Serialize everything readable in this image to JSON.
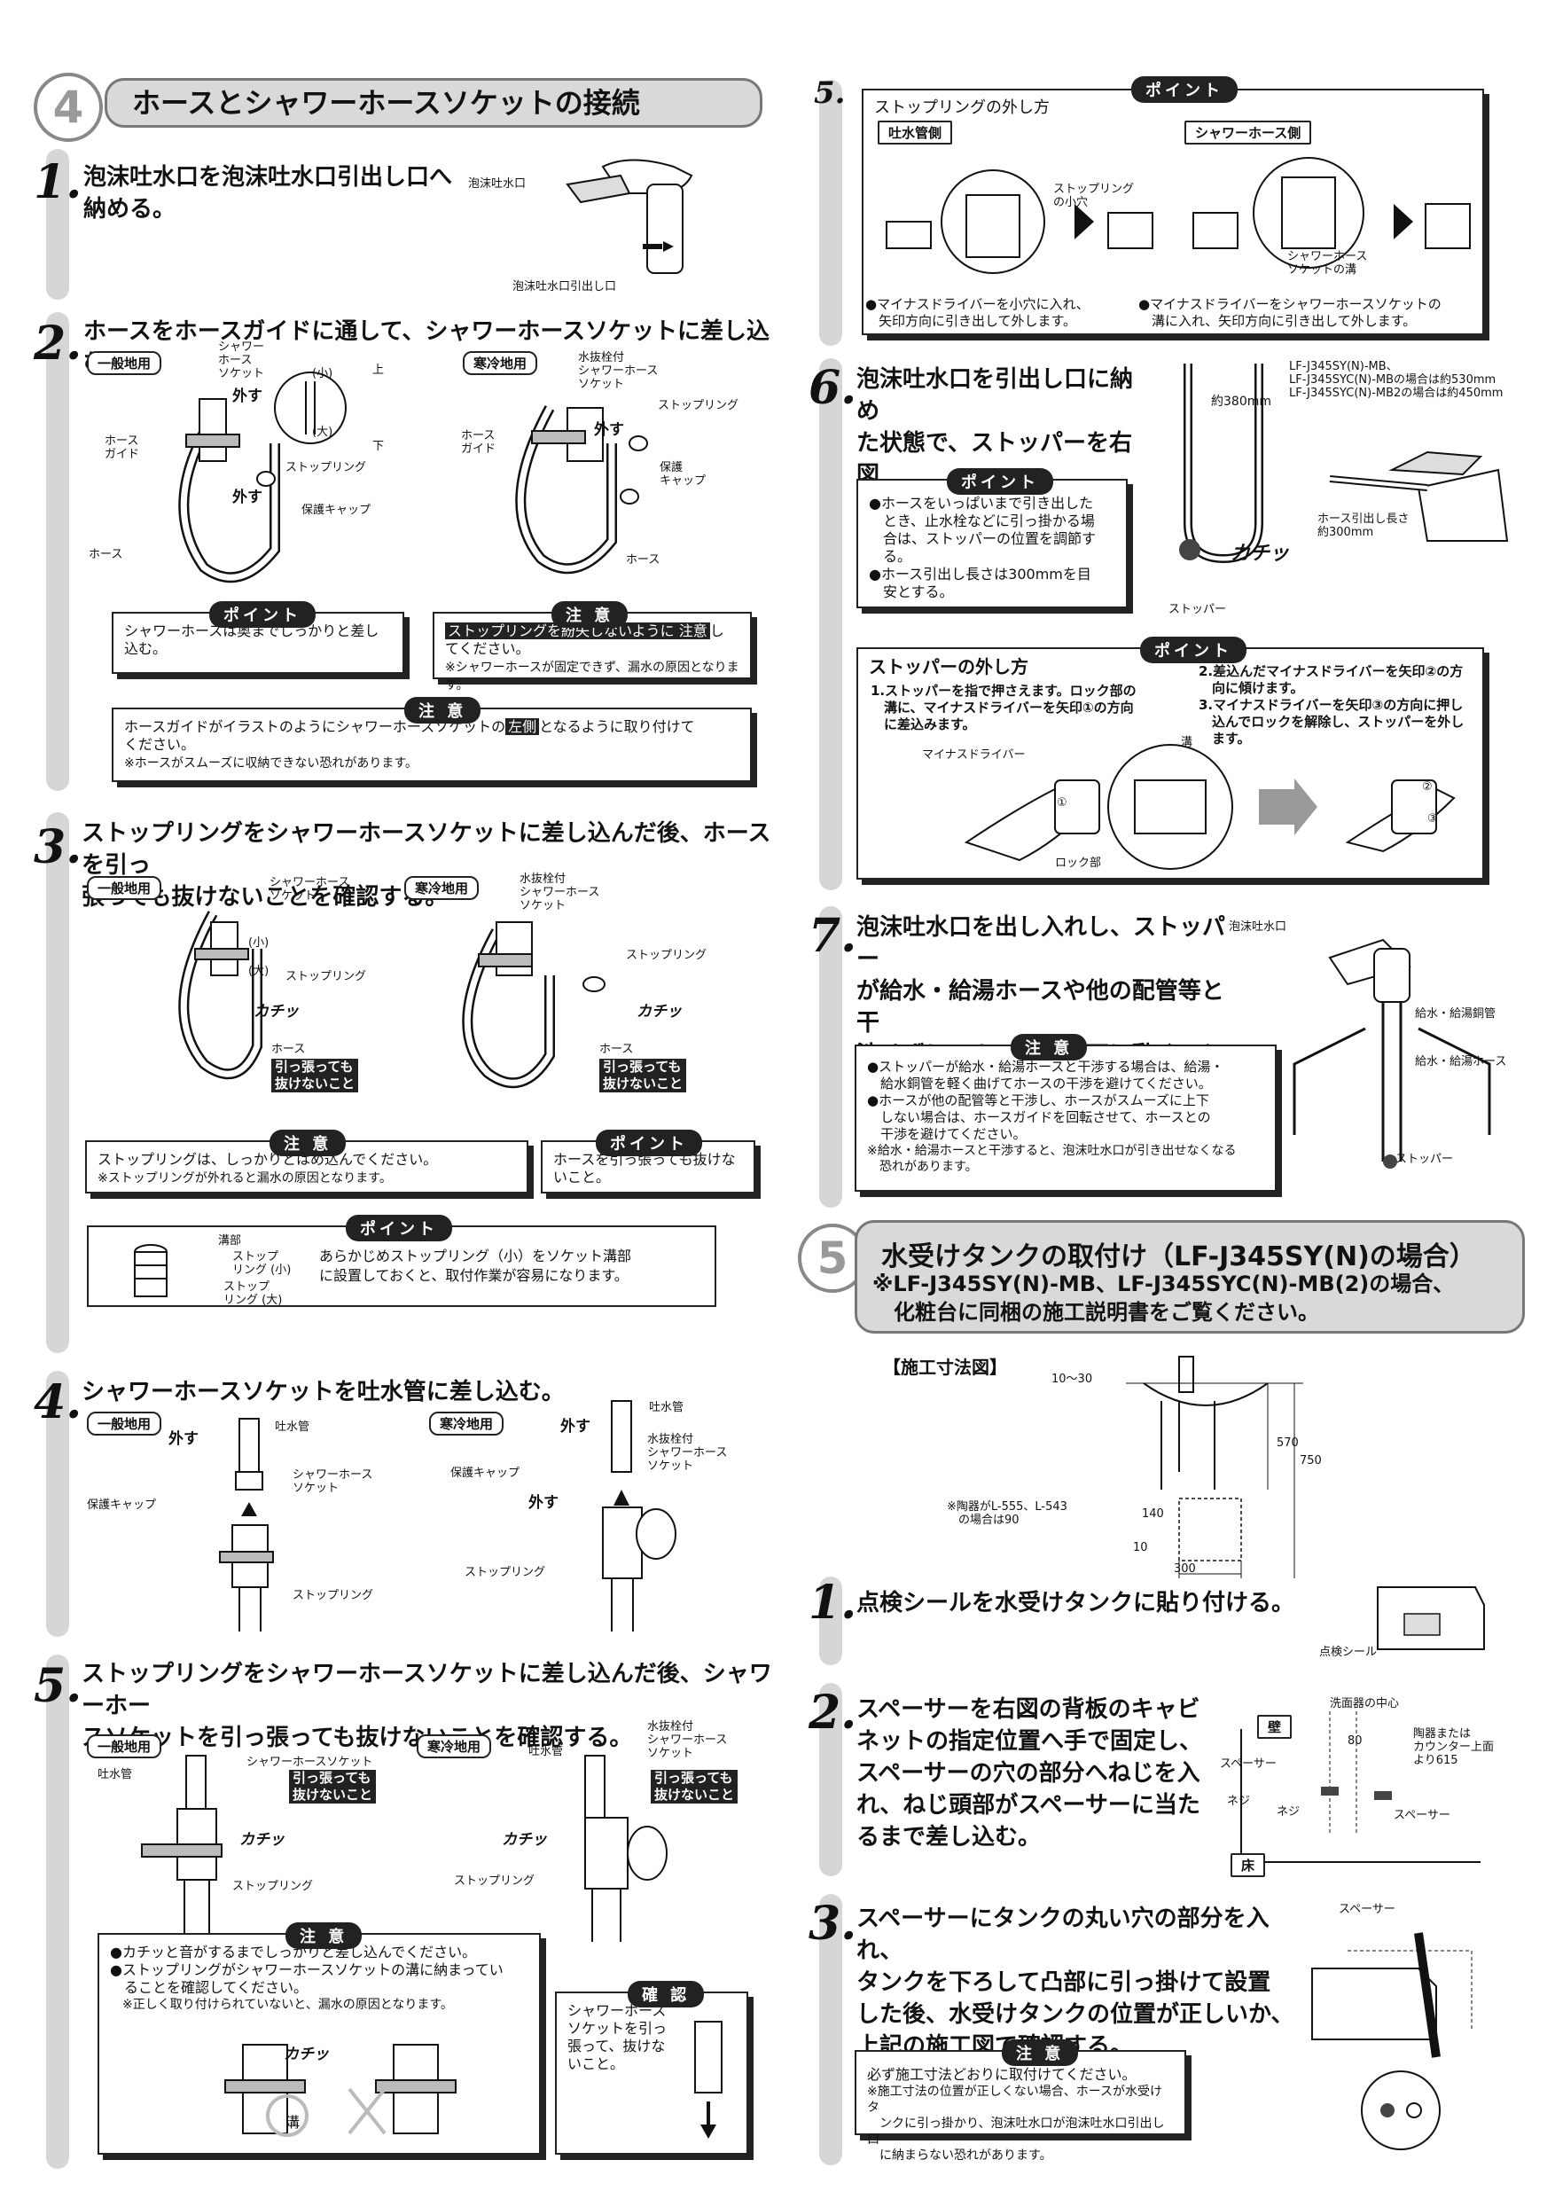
{
  "section4": {
    "number": "4",
    "title": "ホースとシャワーホースソケットの接続",
    "step1": {
      "num": "1.",
      "text": "泡沫吐水口を泡沫吐水口引出し口へ\n納める。",
      "labels": [
        "泡沫吐水口",
        "泡沫吐水口引出し口"
      ]
    },
    "step2": {
      "num": "2.",
      "text": "ホースをホースガイドに通して、シャワーホースソケットに差し込む。",
      "tag_general": "一般地用",
      "tag_cold": "寒冷地用",
      "labels_general": [
        "シャワー\nホース\nソケット",
        "外す",
        "ホース\nガイド",
        "外す",
        "ストップリング",
        "保護キャップ",
        "ホース",
        "(小)",
        "(大)",
        "上",
        "下"
      ],
      "labels_cold": [
        "水抜栓付\nシャワーホース\nソケット",
        "ホース\nガイド",
        "外す",
        "ストップリング",
        "保護\nキャップ",
        "ホース"
      ],
      "point_badge": "ポイント",
      "point_text": "シャワーホースは奥までしっかりと差し\n込む。",
      "caution_badge": "注 意",
      "caution_text_hl": "ストップリングを紛失しないように 注意",
      "caution_text_tail": "し\nてください。",
      "caution_note": "※シャワーホースが固定できず、漏水の原因となります。",
      "caution2_badge": "注 意",
      "caution2_text_a": "ホースガイドがイラストのようにシャワーホースソケットの",
      "caution2_hl": "左側",
      "caution2_text_b": "となるように取り付けて\nください。",
      "caution2_note": "※ホースがスムーズに収納できない恐れがあります。"
    },
    "step3": {
      "num": "3.",
      "text": "ストップリングをシャワーホースソケットに差し込んだ後、ホースを引っ\n張っても抜けないことを確認する。",
      "tag_general": "一般地用",
      "tag_cold": "寒冷地用",
      "labels_general": [
        "シャワーホース\nソケット",
        "(小)",
        "(大)",
        "ストップリング",
        "カチッ",
        "ホース"
      ],
      "labels_cold": [
        "水抜栓付\nシャワーホース\nソケット",
        "ストップリング",
        "カチッ",
        "ホース"
      ],
      "pull_label": "引っ張っても\n抜けないこと",
      "caution_badge": "注 意",
      "caution_text": "ストップリングは、しっかりとはめ込んでください。",
      "caution_note": "※ストップリングが外れると漏水の原因となります。",
      "point_badge": "ポイント",
      "point_text": "ホースを引っ張っても抜けな\nいこと。",
      "point2_badge": "ポイント",
      "point2_labels": [
        "溝部",
        "ストップ\nリング (小)",
        "ストップ\nリング (大)"
      ],
      "point2_text": "あらかじめストップリング（小）をソケット溝部\nに設置しておくと、取付作業が容易になります。"
    },
    "step4": {
      "num": "4.",
      "text": "シャワーホースソケットを吐水管に差し込む。",
      "tag_general": "一般地用",
      "tag_cold": "寒冷地用",
      "labels_general": [
        "外す",
        "吐水管",
        "シャワーホース\nソケット",
        "保護キャップ",
        "ストップリング"
      ],
      "labels_cold": [
        "吐水管",
        "外す",
        "水抜栓付\nシャワーホース\nソケット",
        "保護キャップ",
        "外す",
        "ストップリング"
      ]
    },
    "step5": {
      "num": "5.",
      "text": "ストップリングをシャワーホースソケットに差し込んだ後、シャワーホー\nスソケットを引っ張っても抜けないことを確認する。",
      "tag_general": "一般地用",
      "tag_cold": "寒冷地用",
      "labels_general": [
        "吐水管",
        "シャワーホースソケット",
        "カチッ",
        "ストップリング"
      ],
      "labels_cold": [
        "吐水管",
        "水抜栓付\nシャワーホース\nソケット",
        "カチッ",
        "ストップリング"
      ],
      "pull_label": "引っ張っても\n抜けないこと",
      "caution_badge": "注 意",
      "caution_lines": [
        "●カチッと音がするまでしっかりと差し込んでください。",
        "●ストップリングがシャワーホースソケットの溝に納まってい\n　ることを確認してください。"
      ],
      "caution_note": "※正しく取り付けられていないと、漏水の原因となります。",
      "caution_labels": [
        "カチッ",
        "溝"
      ],
      "confirm_badge": "確 認",
      "confirm_text": "シャワーホース\nソケットを引っ\n張って、抜けな\nいこと。"
    }
  },
  "right": {
    "step5": {
      "num": "5.",
      "point_badge": "ポイント",
      "title": "ストップリングの外し方",
      "tag_a": "吐水管側",
      "tag_b": "シャワーホース側",
      "labels": [
        "ストップリング\nの小穴",
        "シャワーホース\nソケットの溝"
      ],
      "bullet_a": "●マイナスドライバーを小穴に入れ、\n　矢印方向に引き出して外します。",
      "bullet_b": "●マイナスドライバーをシャワーホースソケットの\n　溝に入れ、矢印方向に引き出して外します。"
    },
    "step6": {
      "num": "6.",
      "text": "泡沫吐水口を引出し口に納め\nた状態で、ストッパーを右図\nの位置に取り付ける。",
      "dim": "約380mm",
      "dim_notes": "LF-J345SY(N)-MB、\nLF-J345SYC(N)-MBの場合は約530mm\nLF-J345SYC(N)-MB2の場合は約450mm",
      "labels": [
        "カチッ",
        "ストッパー",
        "ホース引出し長さ\n約300mm"
      ],
      "point_badge": "ポイント",
      "point_lines": [
        "●ホースをいっぱいまで引き出した\n　とき、止水栓などに引っ掛かる場\n　合は、ストッパーの位置を調節す\n　る。",
        "●ホース引出し長さは300mmを目\n　安とする。"
      ],
      "point2_badge": "ポイント",
      "point2_title": "ストッパーの外し方",
      "point2_left": "1.ストッパーを指で押さえます。ロック部の\n　溝に、マイナスドライバーを矢印①の方向\n　に差込みます。",
      "point2_right": "2.差込んだマイナスドライバーを矢印②の方\n　向に傾けます。\n3.マイナスドライバーを矢印③の方向に押し\n　込んでロックを解除し、ストッパーを外し\n　ます。",
      "point2_labels": [
        "マイナスドライバー",
        "溝",
        "ロック部",
        "①",
        "②",
        "③"
      ]
    },
    "step7": {
      "num": "7.",
      "text": "泡沫吐水口を出し入れし、ストッパー\nが給水・給湯ホースや他の配管等と干\n渉せずにスムーズに上下に動くことを\n確認する。",
      "labels": [
        "泡沫吐水口",
        "給水・給湯銅管",
        "給水・給湯ホース",
        "ストッパー"
      ],
      "caution_badge": "注 意",
      "caution_lines": [
        "●ストッパーが給水・給湯ホースと干渉する場合は、給湯・\n　給水銅管を軽く曲げてホースの干渉を避けてください。",
        "●ホースが他の配管等と干渉し、ホースがスムーズに上下\n　しない場合は、ホースガイドを回転させて、ホースとの\n　干渉を避けてください。"
      ],
      "caution_note": "※給水・給湯ホースと干渉すると、泡沫吐水口が引き出せなくなる\n　恐れがあります。"
    },
    "section5": {
      "number": "5",
      "title": "水受けタンクの取付け（LF-J345SY(N)の場合）",
      "subtitle": "※LF-J345SY(N)-MB、LF-J345SYC(N)-MB(2)の場合、\n　化粧台に同梱の施工説明書をご覧ください。",
      "diagram_title": "【施工寸法図】",
      "dims": [
        "10～30",
        "570",
        "750",
        "140",
        "10",
        "300"
      ],
      "dim_note": "※陶器がL-555、L-543\n　の場合は90",
      "step1": {
        "num": "1.",
        "text": "点検シールを水受けタンクに貼り付ける。",
        "label": "点検シール"
      },
      "step2": {
        "num": "2.",
        "text": "スペーサーを右図の背板のキャビ\nネットの指定位置へ手で固定し、\nスペーサーの穴の部分へねじを入\nれ、ねじ頭部がスペーサーに当た\nるまで差し込む。",
        "labels": [
          "壁",
          "洗面器の中心",
          "80",
          "陶器または\nカウンター上面\nより615",
          "スペーサー",
          "ネジ",
          "ネジ",
          "スペーサー",
          "床"
        ]
      },
      "step3": {
        "num": "3.",
        "text": "スペーサーにタンクの丸い穴の部分を入れ、\nタンクを下ろして凸部に引っ掛けて設置\nした後、水受けタンクの位置が正しいか、\n上記の施工図で確認する。",
        "label": "スペーサー",
        "caution_badge": "注 意",
        "caution_text": "必ず施工寸法どおりに取付けてください。",
        "caution_note": "※施工寸法の位置が正しくない場合、ホースが水受けタ\n　ンクに引っ掛かり、泡沫吐水口が泡沫吐水口引出し口\n　に納まらない恐れがあります。"
      }
    }
  }
}
